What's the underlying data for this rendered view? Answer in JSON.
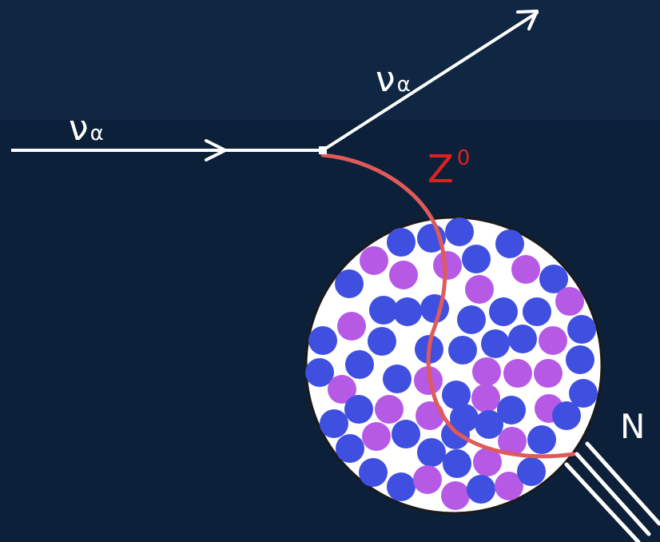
{
  "labels": {
    "incoming_neutrino": {
      "symbol": "ν",
      "subscript": "α"
    },
    "outgoing_neutrino": {
      "symbol": "ν",
      "subscript": "α"
    },
    "boson": {
      "symbol": "Z",
      "superscript": "0"
    },
    "nucleus": "N"
  },
  "colors": {
    "background": "#0c2039",
    "band": "#0f2742",
    "lines": "#ffffff",
    "boson": "#e05a5a",
    "boson_label": "#e02020",
    "proton": "#3f4fe0",
    "neutron": "#b65ae6",
    "nucleus_fill": "#ffffff",
    "nucleus_edge": "#1a1a1a"
  }
}
